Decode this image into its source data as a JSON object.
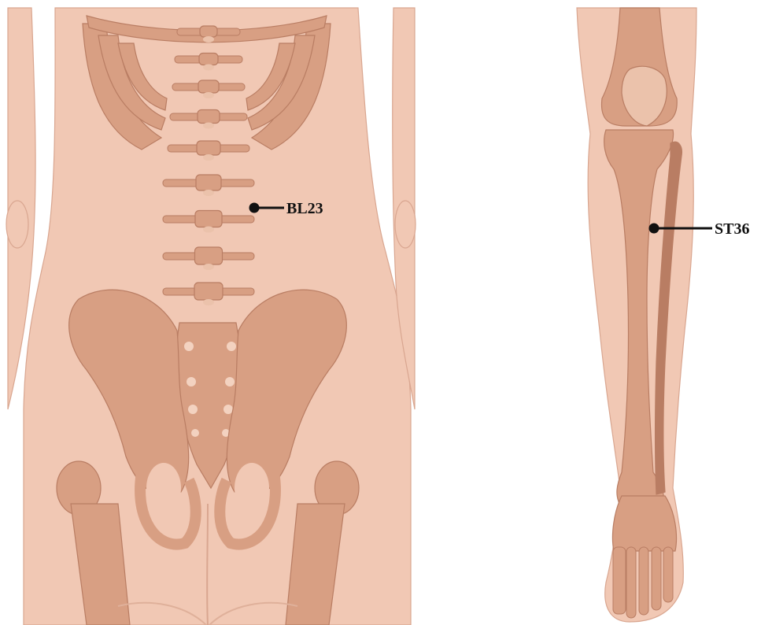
{
  "figure": {
    "panels": [
      {
        "id": "lower-back",
        "acupoint": "BL23"
      },
      {
        "id": "lower-leg",
        "acupoint": "ST36"
      }
    ]
  },
  "colors": {
    "skin": "#f1c8b4",
    "skin_edge": "#d9a690",
    "bone": "#d89f83",
    "bone_dark": "#b97d63",
    "bone_light": "#ebc2ab",
    "marker": "#111111",
    "background": "#ffffff"
  }
}
